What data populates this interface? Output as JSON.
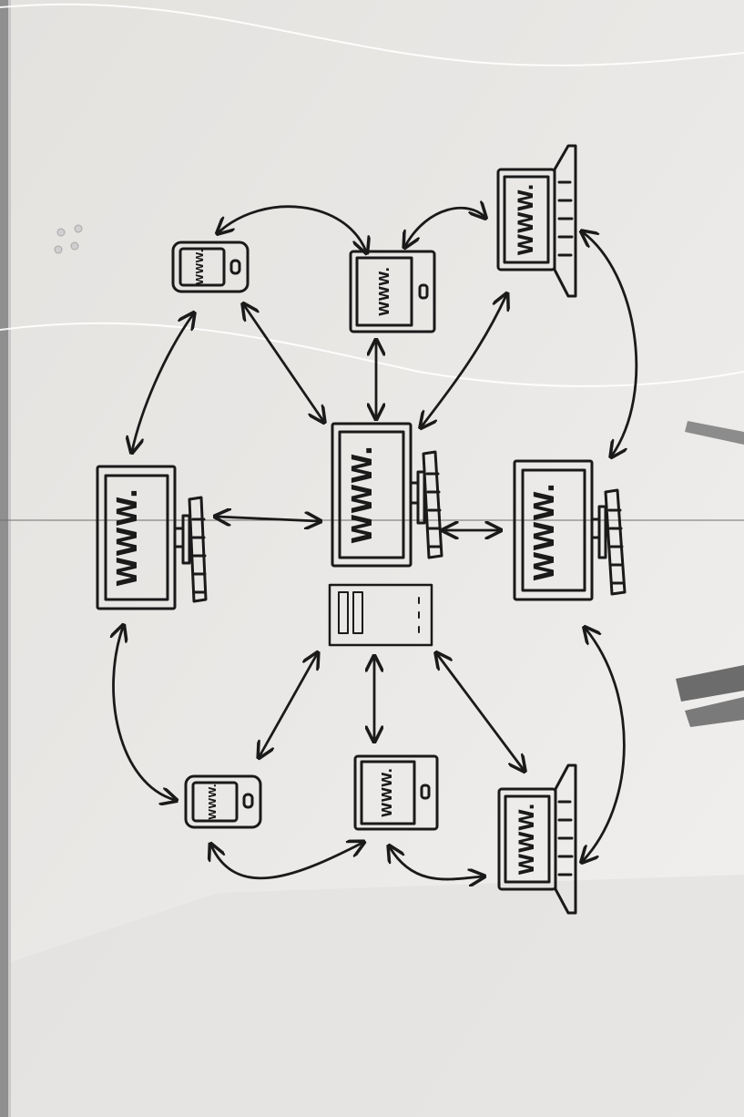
{
  "diagram": {
    "device_label": "WWW.",
    "ink_color": "#1a1a1a",
    "board_color": "#e6e4e1",
    "devices": [
      {
        "id": "desktop-top",
        "kind": "desktop"
      },
      {
        "id": "desktop-center",
        "kind": "desktop"
      },
      {
        "id": "desktop-bottom",
        "kind": "desktop"
      },
      {
        "id": "server",
        "kind": "server"
      },
      {
        "id": "phone-upper-left",
        "kind": "phone"
      },
      {
        "id": "phone-lower-left",
        "kind": "phone"
      },
      {
        "id": "tablet-upper",
        "kind": "tablet"
      },
      {
        "id": "tablet-lower",
        "kind": "tablet"
      },
      {
        "id": "laptop-upper",
        "kind": "laptop"
      },
      {
        "id": "laptop-lower",
        "kind": "laptop"
      }
    ],
    "connections": [
      [
        "phone-upper-left",
        "tablet-upper"
      ],
      [
        "tablet-upper",
        "laptop-upper"
      ],
      [
        "phone-upper-left",
        "desktop-top"
      ],
      [
        "phone-upper-left",
        "desktop-center"
      ],
      [
        "tablet-upper",
        "desktop-center"
      ],
      [
        "laptop-upper",
        "desktop-center"
      ],
      [
        "laptop-upper",
        "desktop-bottom"
      ],
      [
        "desktop-top",
        "desktop-center"
      ],
      [
        "desktop-center",
        "desktop-bottom"
      ],
      [
        "desktop-top",
        "phone-lower-left"
      ],
      [
        "server",
        "phone-lower-left"
      ],
      [
        "server",
        "tablet-lower"
      ],
      [
        "server",
        "laptop-lower"
      ],
      [
        "desktop-bottom",
        "laptop-lower"
      ],
      [
        "phone-lower-left",
        "tablet-lower"
      ],
      [
        "tablet-lower",
        "laptop-lower"
      ]
    ]
  }
}
